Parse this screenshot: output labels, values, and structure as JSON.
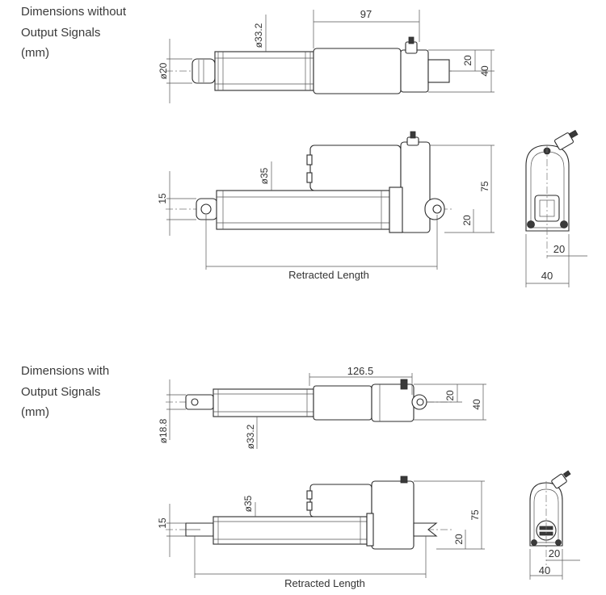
{
  "sections": [
    {
      "heading_lines": [
        "Dimensions without",
        "Output Signals",
        "(mm)"
      ]
    },
    {
      "heading_lines": [
        "Dimensions with",
        "Output Signals",
        "(mm)"
      ]
    }
  ],
  "labels": {
    "s1_top_length": "97",
    "s1_top_tube_dia": "ø33.2",
    "s1_top_rod_dia": "ø20",
    "s1_top_half_width": "20",
    "s1_top_width": "40",
    "s1_side_tube_dia": "ø35",
    "s1_side_clevis": "15",
    "s1_side_height": "75",
    "s1_side_eye_offset": "20",
    "s1_side_retracted": "Retracted Length",
    "s1_end_half_width": "20",
    "s1_end_width": "40",
    "s2_top_length": "126.5",
    "s2_top_rod_dia": "ø18.8",
    "s2_top_tube_dia": "ø33.2",
    "s2_top_half_width": "20",
    "s2_top_width": "40",
    "s2_side_tube_dia": "ø35",
    "s2_side_clevis": "15",
    "s2_side_height": "75",
    "s2_side_offset": "20",
    "s2_side_retracted": "Retracted Length",
    "s2_end_half_width": "20",
    "s2_end_width": "40"
  }
}
